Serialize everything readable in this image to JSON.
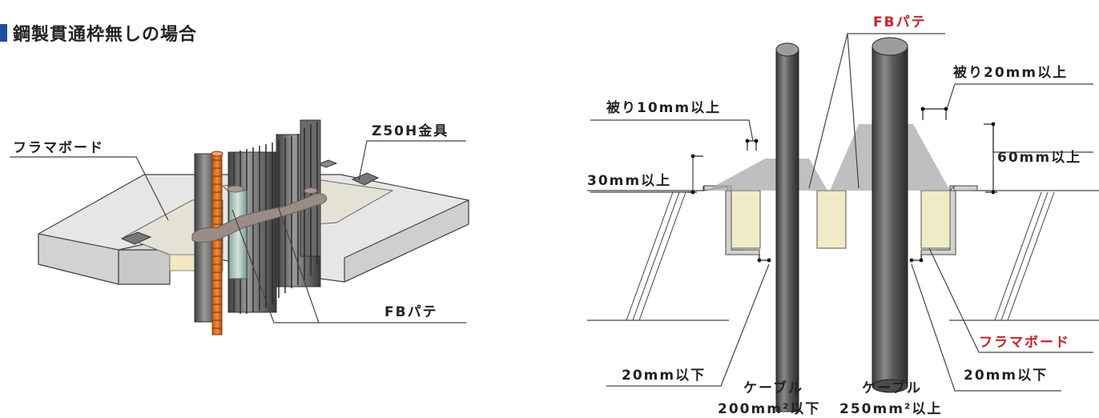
{
  "heading": "鋼製貫通枠無しの場合",
  "accent_color": "#1f4f9e",
  "label_red_color": "#c8232c",
  "left_diagram": {
    "labels": {
      "furama_board": "フラマボード",
      "z50h_bracket": "Z50H金具",
      "fb_putty": "FBパテ"
    }
  },
  "right_diagram": {
    "labels": {
      "fb_putty": "FBパテ",
      "cover_20": "被り20mm以上",
      "cover_10": "被り10mm以上",
      "height_30": "30mm以上",
      "height_60": "60mm以上",
      "furama_board": "フラマボード",
      "gap_left": "20mm以下",
      "gap_right": "20mm以下",
      "cable_left": "ケーブル",
      "cable_left_size": "200mm²以下",
      "cable_right": "ケーブル",
      "cable_right_size": "250mm²以上"
    }
  }
}
